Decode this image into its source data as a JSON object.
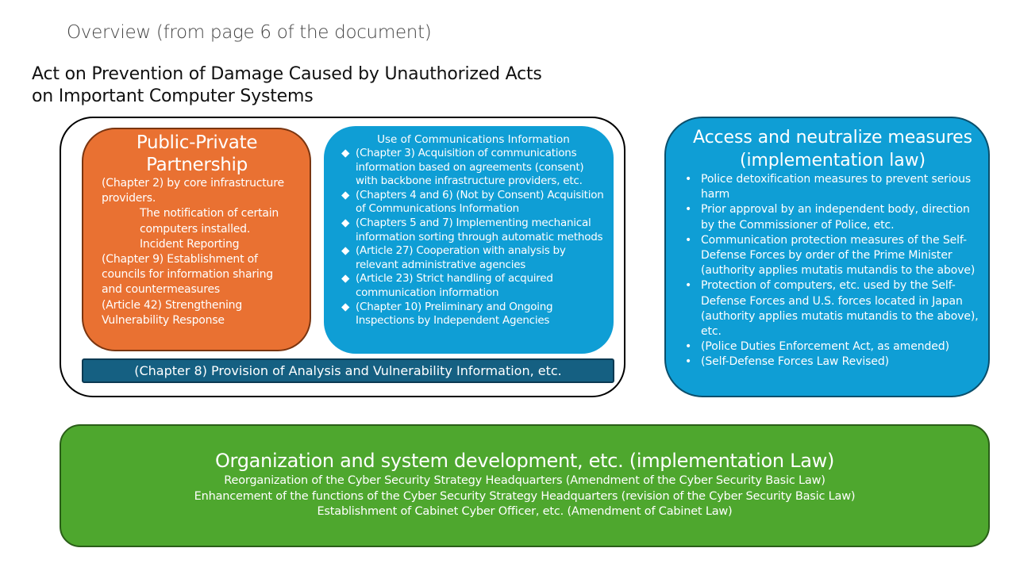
{
  "overview": "Overview (from page 6 of the document)",
  "title_lines": [
    "Act on Prevention of Damage Caused by Unauthorized Acts",
    "on Important Computer Systems"
  ],
  "public_private": {
    "heading": "Public-Private Partnership",
    "items": [
      "(Chapter 2) by core infrastructure providers.",
      "The notification of certain computers installed.",
      "Incident Reporting",
      "(Chapter 9) Establishment of councils for information sharing and countermeasures",
      "(Article 42) Strengthening Vulnerability Response"
    ]
  },
  "communications": {
    "heading": "Use of Communications Information",
    "bullet": "◆",
    "items": [
      "(Chapter 3) Acquisition of communications information based on agreements (consent) with backbone infrastructure providers, etc.",
      "(Chapters 4 and 6) (Not by Consent) Acquisition of Communications Information",
      "(Chapters 5 and 7) Implementing mechanical information sorting through automatic methods",
      "(Article 27) Cooperation with analysis by relevant administrative agencies",
      "(Article 23) Strict handling of acquired communication information",
      "(Chapter 10) Preliminary and Ongoing Inspections by Independent Agencies"
    ]
  },
  "chapter8": "(Chapter 8) Provision of Analysis and Vulnerability Information, etc.",
  "access": {
    "heading": "Access and neutralize measures (implementation law)",
    "bullet": "•",
    "items": [
      "Police detoxification measures to prevent serious harm",
      "Prior approval by an independent body, direction by the Commissioner of Police, etc.",
      "Communication protection measures of the Self-Defense Forces by order of the Prime Minister (authority applies mutatis mutandis to the above)",
      "Protection of computers, etc. used by the Self-Defense Forces and U.S. forces located in Japan (authority applies mutatis mutandis to the above), etc.",
      "(Police Duties Enforcement Act, as amended)",
      "(Self-Defense Forces Law Revised)"
    ]
  },
  "organization": {
    "heading": "Organization and system development, etc. (implementation Law)",
    "lines": [
      "Reorganization of the Cyber Security Strategy Headquarters (Amendment of the Cyber Security Basic Law)",
      "Enhancement of the functions of the Cyber Security Strategy Headquarters (revision of the Cyber Security Basic Law)",
      "Establishment of Cabinet Cyber Officer, etc. (Amendment of Cabinet Law)"
    ]
  },
  "colors": {
    "orange": "#E97132",
    "blue": "#0F9ED5",
    "dark_blue": "#156082",
    "green": "#4EA72E"
  }
}
